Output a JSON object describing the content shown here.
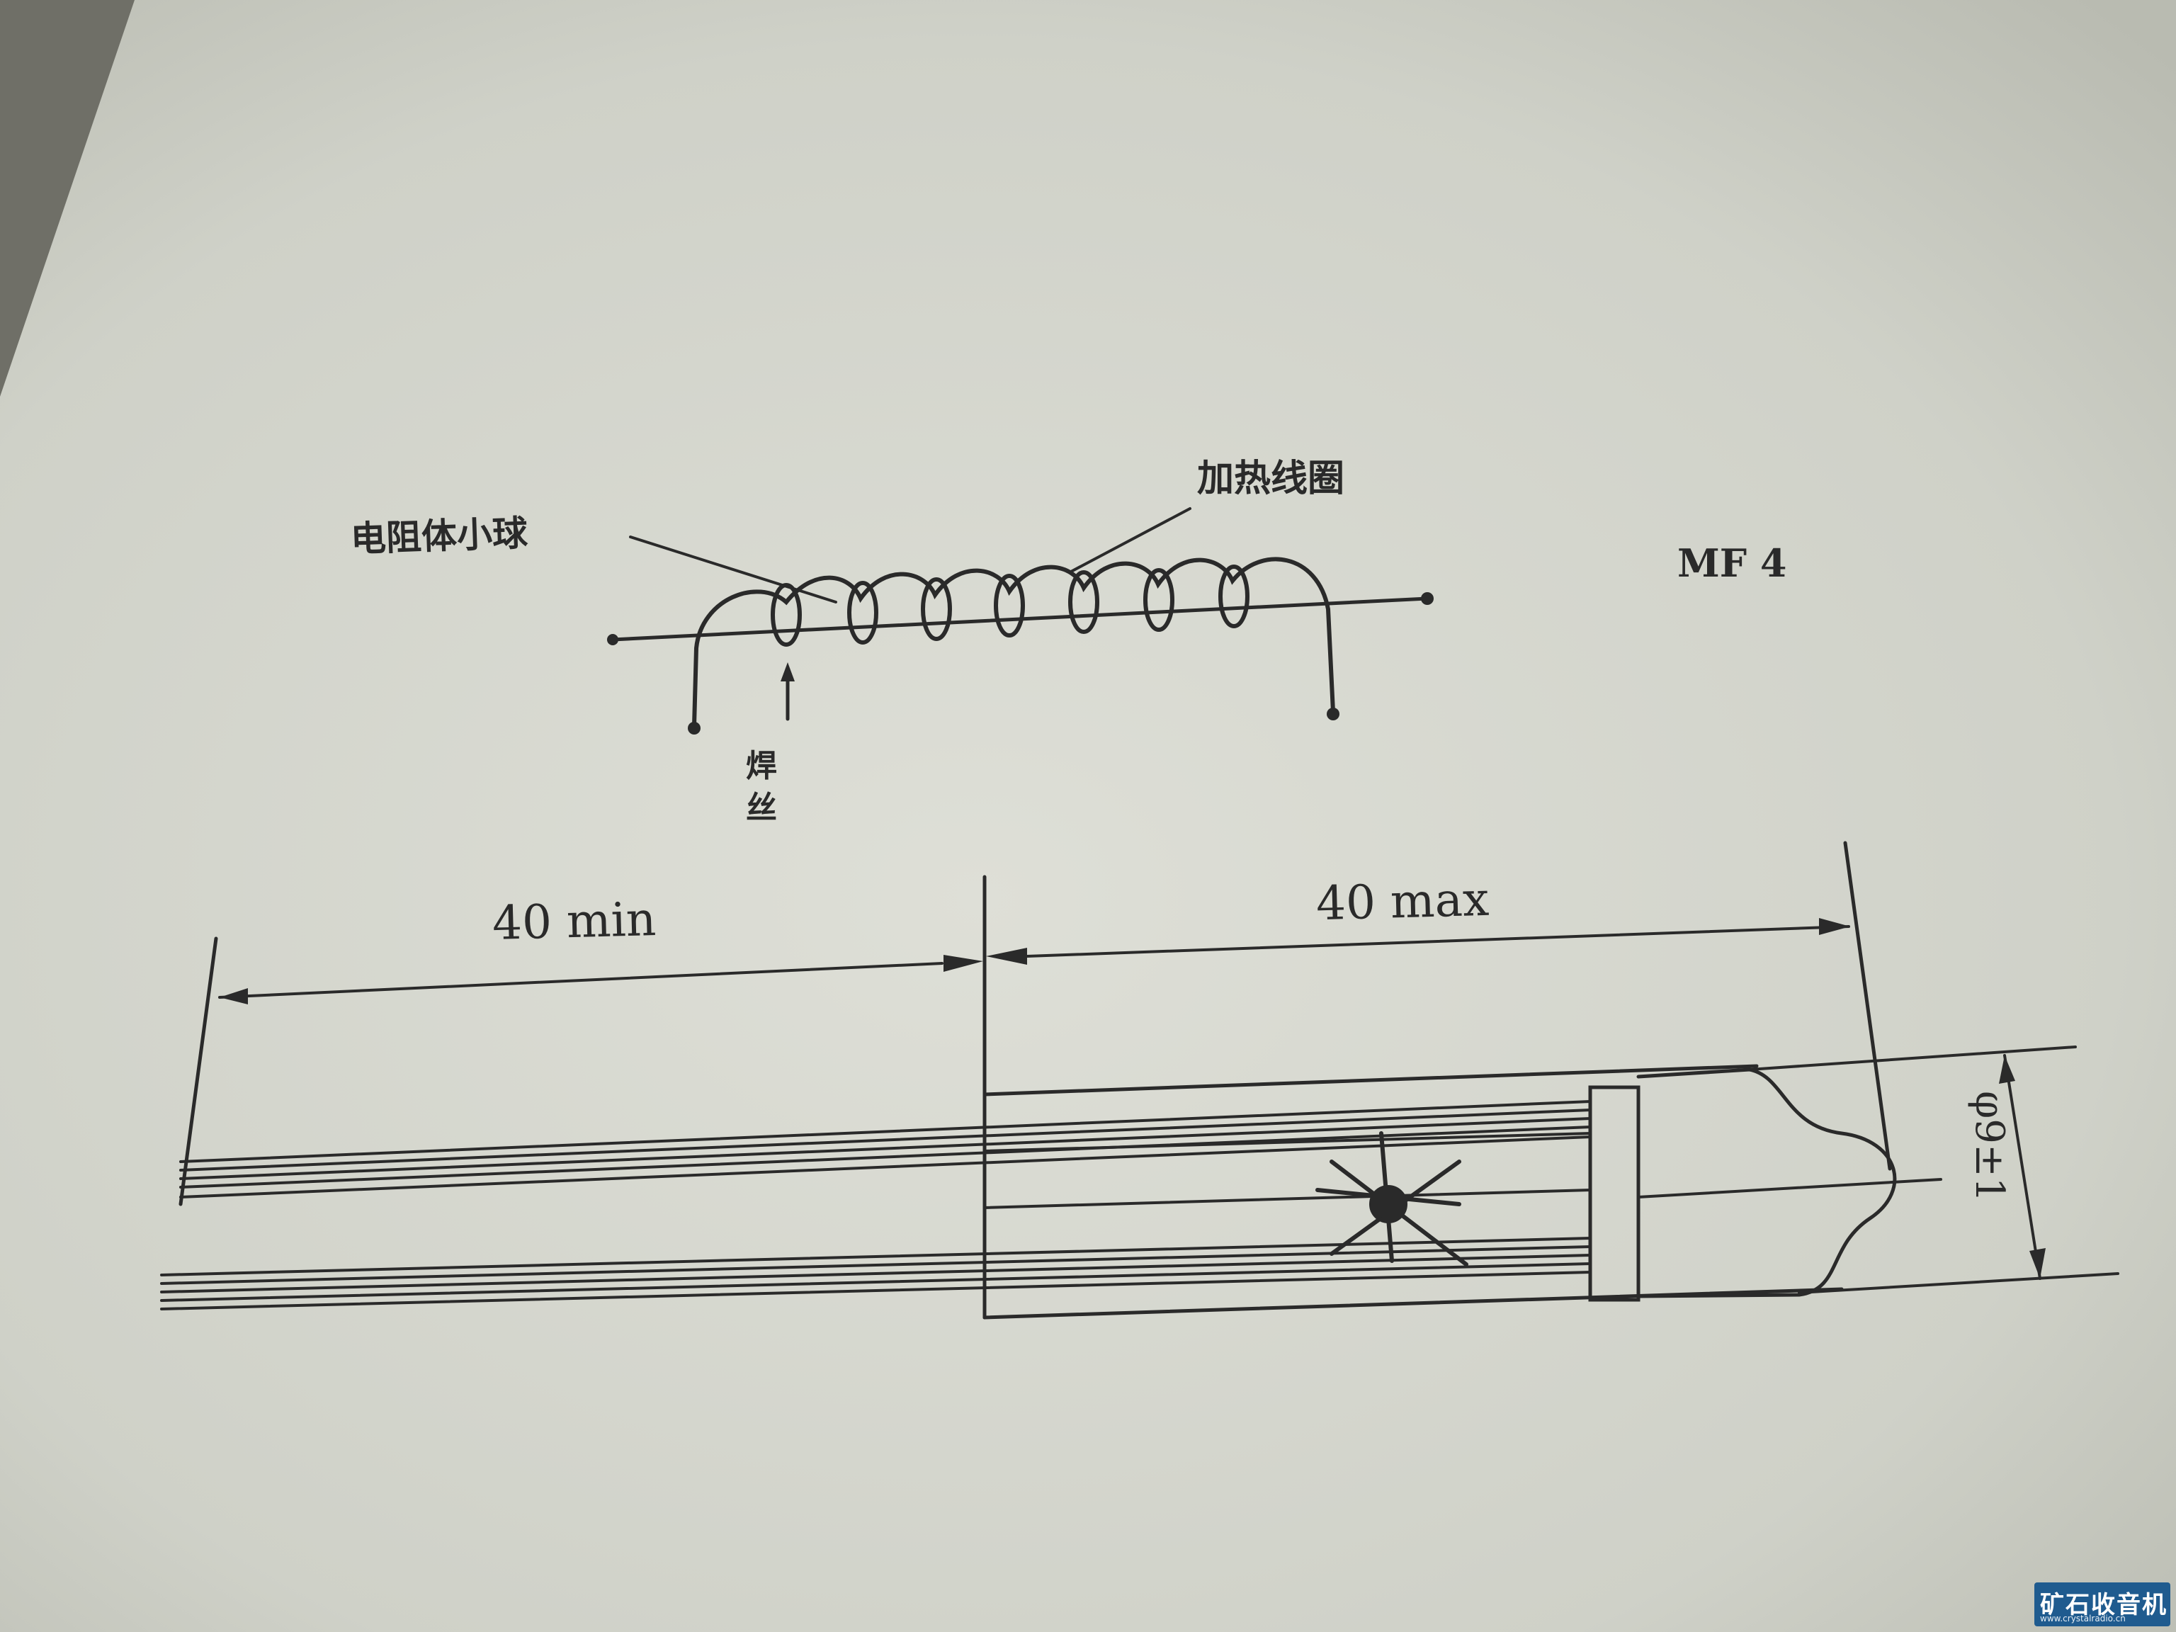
{
  "diagram": {
    "type": "thermistor-schematic",
    "labels": {
      "resistor_ball": "电阻体小球",
      "heating_coil": "加热线圈",
      "model": "MF 4",
      "sub_label": "焊 丝",
      "dim_min": "40 min",
      "dim_max": "40 max",
      "diameter": "φ9±1"
    }
  },
  "watermark": {
    "title": "矿石收音机",
    "url": "www.crystalradio.cn"
  },
  "colors": {
    "paper": "#d4d6cd",
    "ink": "#2a2a2a",
    "background": "#6f6f67",
    "watermark": "#1f5b8f"
  }
}
